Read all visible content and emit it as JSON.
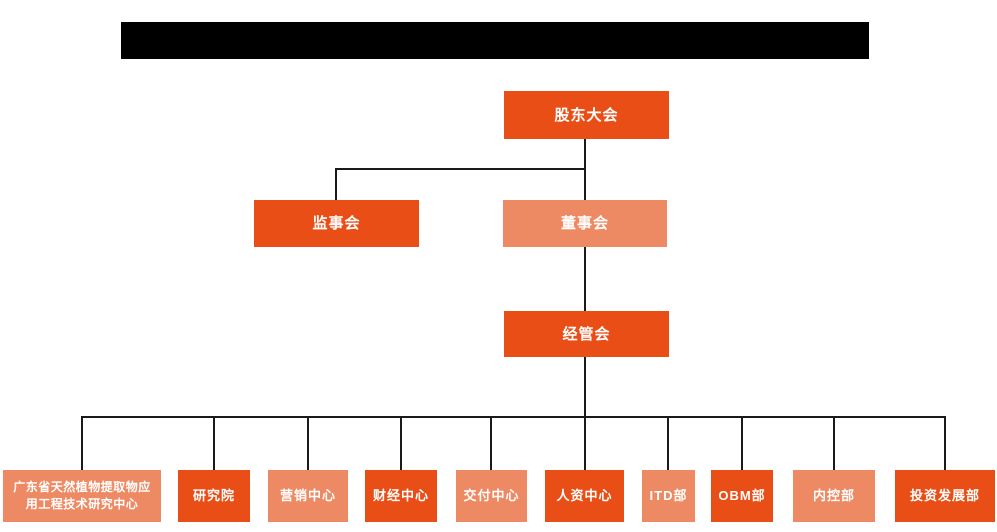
{
  "colors": {
    "primary": "#E94E17",
    "secondary": "#EE8A63",
    "line": "#1A1A1A",
    "title_bar": "#000000",
    "text": "#FFFFFF"
  },
  "header": {
    "redacted_bar": true
  },
  "org_chart": {
    "type": "org-tree",
    "nodes": {
      "shareholders": {
        "label": "股东大会",
        "color": "#E94E17"
      },
      "supervisory": {
        "label": "监事会",
        "color": "#E94E17"
      },
      "board": {
        "label": "董事会",
        "color": "#EE8A63"
      },
      "management": {
        "label": "经管会",
        "color": "#E94E17"
      }
    },
    "edges": [
      "shareholders->supervisory",
      "shareholders->board",
      "board->management",
      "management->all_departments"
    ],
    "departments": [
      {
        "label": "广东省天然植物提取物应用工程技术研究中心",
        "color": "#EE8A63"
      },
      {
        "label": "研究院",
        "color": "#E94E17"
      },
      {
        "label": "营销中心",
        "color": "#EE8A63"
      },
      {
        "label": "财经中心",
        "color": "#E94E17"
      },
      {
        "label": "交付中心",
        "color": "#EE8A63"
      },
      {
        "label": "人资中心",
        "color": "#E94E17"
      },
      {
        "label": "ITD部",
        "color": "#EE8A63"
      },
      {
        "label": "OBM部",
        "color": "#E94E17"
      },
      {
        "label": "内控部",
        "color": "#EE8A63"
      },
      {
        "label": "投资发展部",
        "color": "#E94E17"
      }
    ]
  }
}
